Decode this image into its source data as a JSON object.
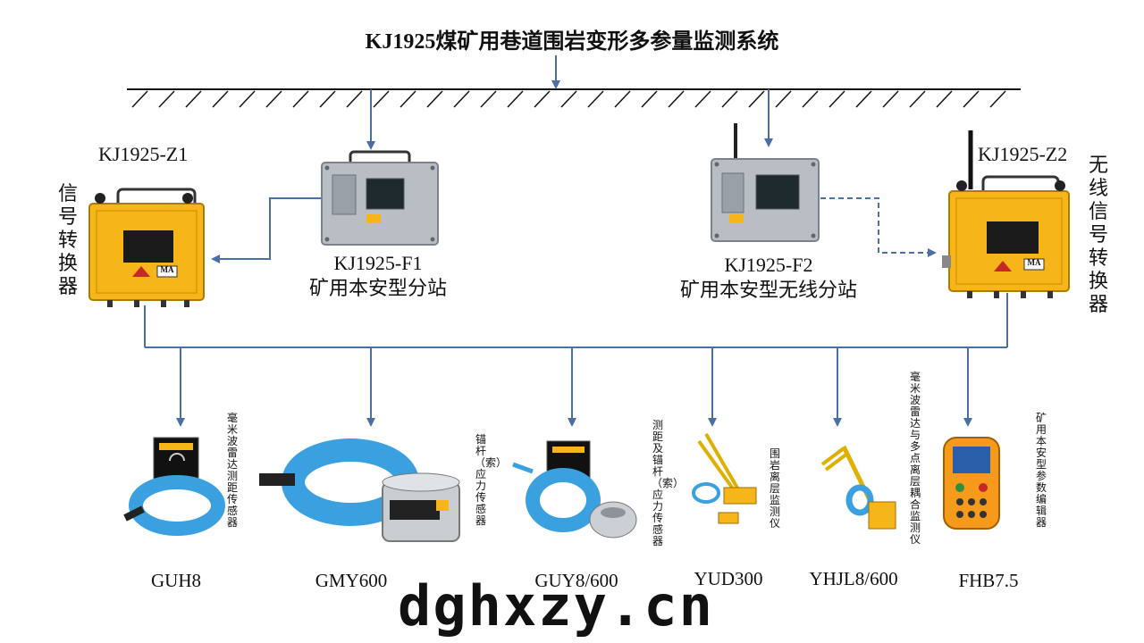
{
  "title": "KJ1925煤矿用巷道围岩变形多参量监测系统",
  "converters": {
    "z1": {
      "model": "KJ1925-Z1",
      "function": "信号转换器"
    },
    "z2": {
      "model": "KJ1925-Z2",
      "function": "无线信号转换器"
    }
  },
  "substations": {
    "f1": {
      "model": "KJ1925-F1",
      "name": "矿用本安型分站"
    },
    "f2": {
      "model": "KJ1925-F2",
      "name": "矿用本安型无线分站"
    }
  },
  "device_badge": "MA",
  "sensors": [
    {
      "model": "GUH8",
      "desc": "毫米波雷达测距传感器"
    },
    {
      "model": "GMY600",
      "desc": "锚杆（索）应力传感器"
    },
    {
      "model": "GUY8/600",
      "desc": "测距及锚杆（索）应力传感器"
    },
    {
      "model": "YUD300",
      "desc": "围岩离层监测仪"
    },
    {
      "model": "YHJL8/600",
      "desc": "毫米波雷达与多点离层耦合监测仪"
    },
    {
      "model": "FHB7.5",
      "desc": "矿用本安型参数编辑器"
    }
  ],
  "watermark": "dghxzy.cn",
  "colors": {
    "line": "#4a6fa5",
    "yellow": "#f6b518",
    "cable": "#3aa0e0",
    "steel": "#b9bec4"
  }
}
